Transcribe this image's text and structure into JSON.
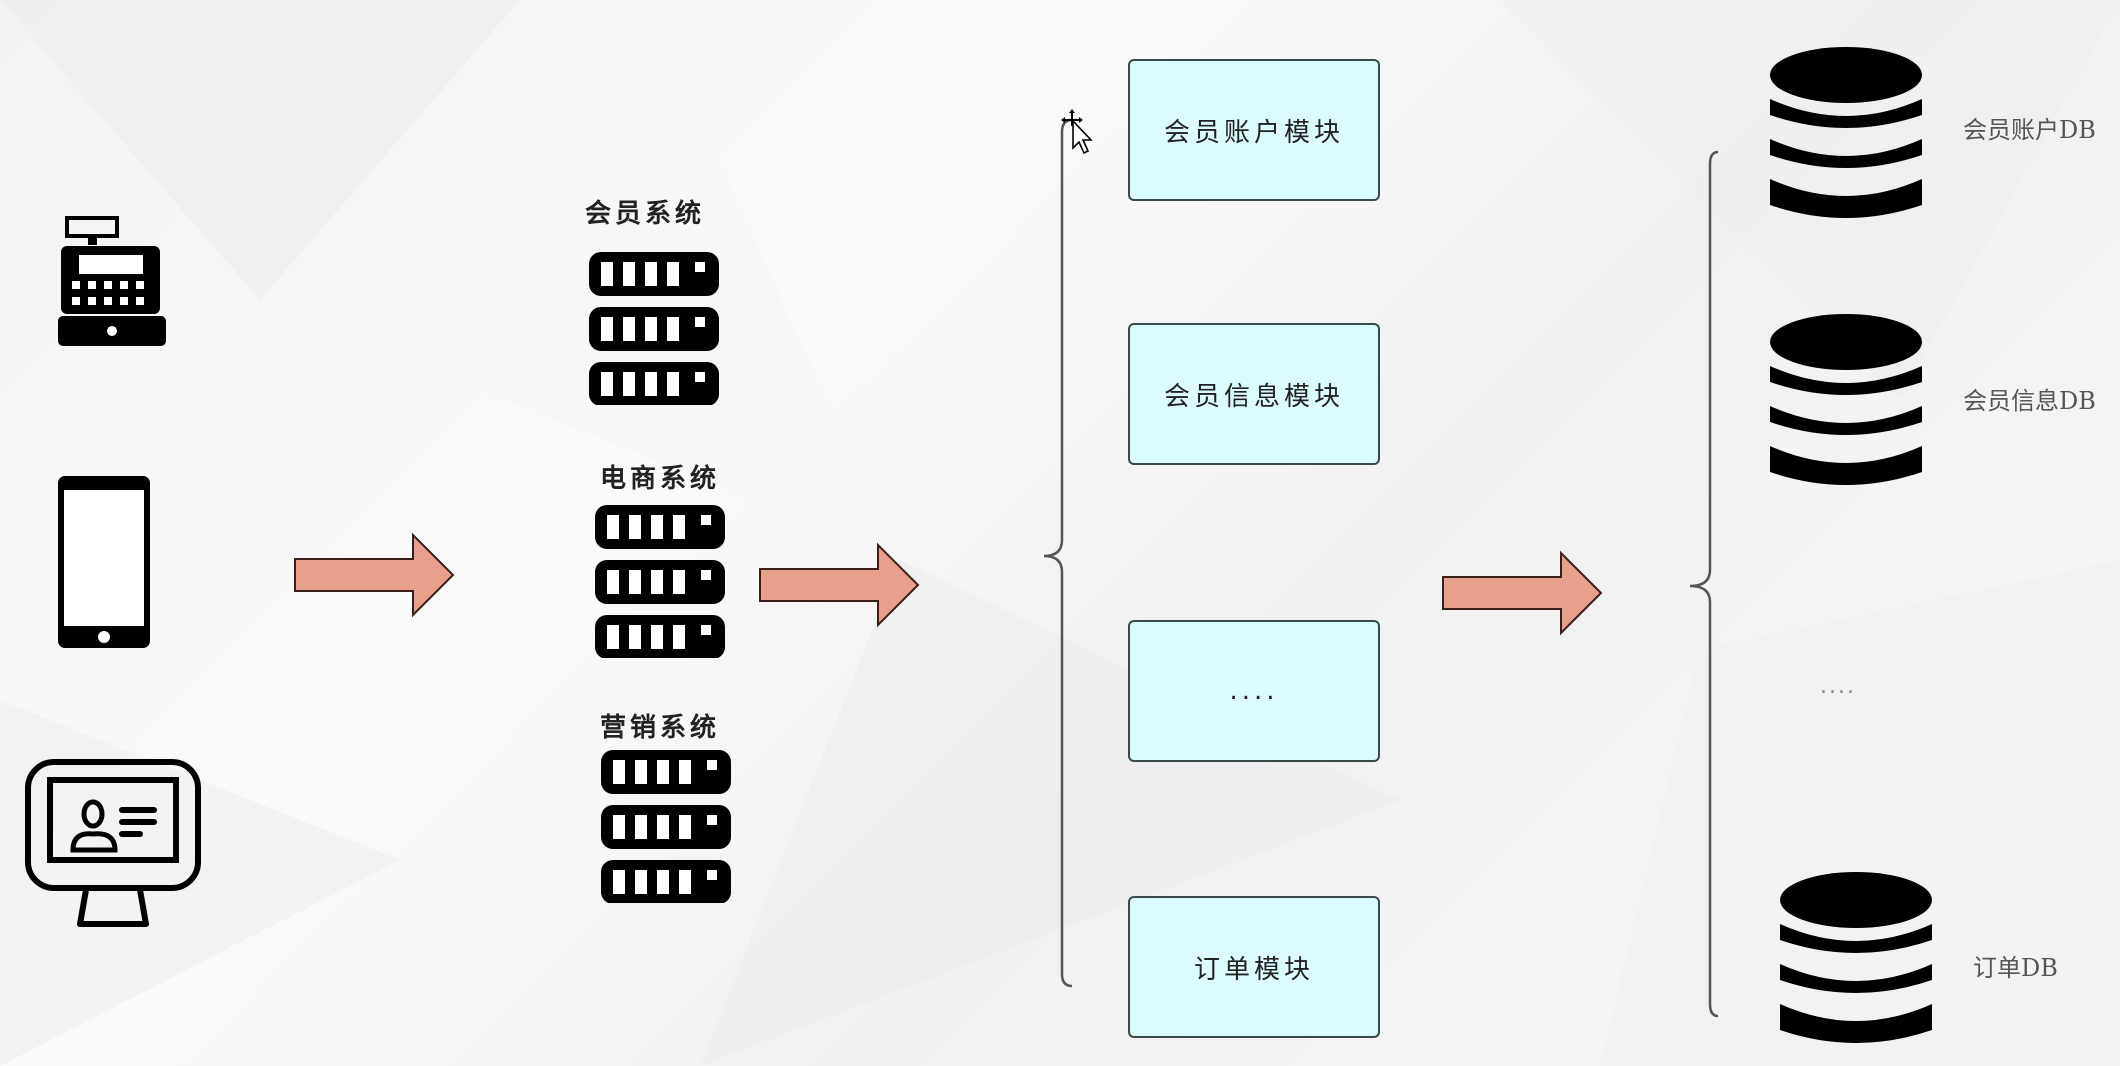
{
  "clients": [
    {
      "icon": "cash-register-icon"
    },
    {
      "icon": "smartphone-icon"
    },
    {
      "icon": "monitor-user-icon"
    }
  ],
  "systems": [
    {
      "label": "会员系统",
      "icon": "server-stack-icon"
    },
    {
      "label": "电商系统",
      "icon": "server-stack-icon"
    },
    {
      "label": "营销系统",
      "icon": "server-stack-icon"
    }
  ],
  "modules": [
    {
      "label": "会员账户模块"
    },
    {
      "label": "会员信息模块"
    },
    {
      "label": "...."
    },
    {
      "label": "订单模块"
    }
  ],
  "databases": [
    {
      "label": "会员账户DB",
      "icon": "database-icon"
    },
    {
      "label": "会员信息DB",
      "icon": "database-icon"
    },
    {
      "label": "....",
      "icon": null
    },
    {
      "label": "订单DB",
      "icon": "database-icon"
    }
  ],
  "colors": {
    "arrow_fill": "#e8a08c",
    "arrow_stroke": "#3a1e18",
    "module_fill": "#dcfbfe",
    "module_border": "#3a4a4a",
    "icon_black": "#000000"
  }
}
